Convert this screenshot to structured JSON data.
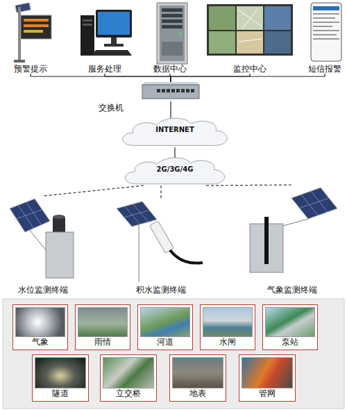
{
  "diagram": {
    "nodes": [
      {
        "text": [
          "预警提示"
        ]
      },
      {
        "text": [
          "服务处理"
        ]
      },
      {
        "text": [
          "数据中心"
        ]
      },
      {
        "text": [
          "监控中心"
        ]
      },
      {
        "text": [
          "短信报警"
        ]
      },
      {
        "text": [
          "交换机"
        ]
      },
      {
        "text": [
          "INTERNET"
        ]
      },
      {
        "text": [
          "2G/3G/4G"
        ]
      },
      {
        "text": [
          "水位监测终端"
        ]
      },
      {
        "text": [
          "积水监测终端"
        ]
      },
      {
        "text": [
          "气象监测终端"
        ]
      },
      {
        "text": [
          "气象"
        ]
      },
      {
        "text": [
          "雨情"
        ]
      },
      {
        "text": [
          "河道"
        ]
      },
      {
        "text": [
          "水闸"
        ]
      },
      {
        "text": [
          "泵站"
        ]
      },
      {
        "text": [
          "隧道"
        ]
      },
      {
        "text": [
          "立交桥"
        ]
      },
      {
        "text": [
          "地表"
        ]
      },
      {
        "text": [
          "管网"
        ]
      }
    ],
    "edges": [
      {
        "from": 0,
        "to": 5,
        "arrow": "none"
      },
      {
        "from": 1,
        "to": 5,
        "arrow": "none"
      },
      {
        "from": 2,
        "to": 5,
        "arrow": "none"
      },
      {
        "from": 3,
        "to": 5,
        "arrow": "none"
      },
      {
        "from": 4,
        "to": 5,
        "arrow": "none"
      },
      {
        "from": 5,
        "to": 6,
        "arrow": "none"
      },
      {
        "from": 6,
        "to": 7,
        "arrow": "none"
      },
      {
        "from": 7,
        "to": 8,
        "arrow": "none"
      },
      {
        "from": 7,
        "to": 9,
        "arrow": "none"
      },
      {
        "from": 7,
        "to": 10,
        "arrow": "none"
      }
    ]
  }
}
